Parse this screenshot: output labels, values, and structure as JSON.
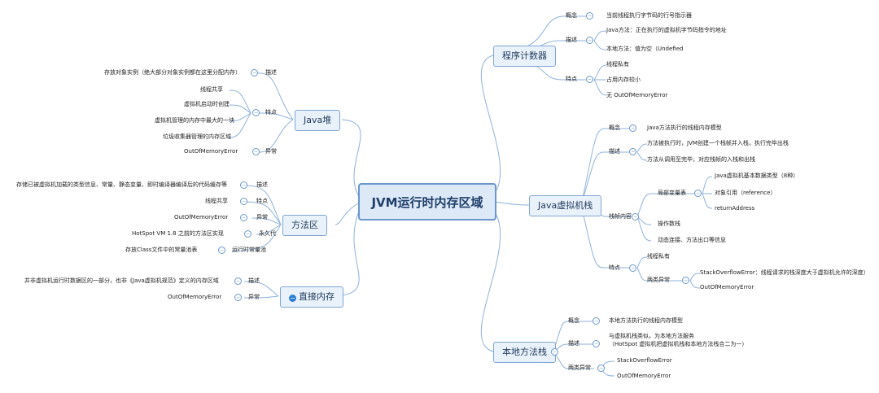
{
  "root": "JVM运行时内存区域",
  "branches": {
    "program_counter": {
      "title": "程序计数器",
      "concept_label": "概念",
      "concept": "当前线程执行字节码的行号指示器",
      "desc_label": "描述",
      "desc_java": "Java方法：正在执行的虚拟机字节码指令的地址",
      "desc_native": "本地方法：值为空（Undefied",
      "feature_label": "特点",
      "features": [
        "线程私有",
        "占用内存较小",
        "无 OutOfMemoryError"
      ]
    },
    "jvm_stack": {
      "title": "Java虚拟机栈",
      "concept_label": "概念",
      "concept": "Java方法执行的线程内存模型",
      "desc_label": "描述",
      "desc": [
        "方法被执行时，JVM创建一个栈帧并入栈，执行完毕出栈",
        "方法从调用至完毕，对应栈帧的入栈和出栈"
      ],
      "frame_label": "栈帧内容",
      "locals_label": "局部变量表",
      "locals": [
        "Java虚拟机基本数据类型（8种）",
        "对象引用（reference）",
        "returnAddress"
      ],
      "operand_stack": "操作数栈",
      "frame_other": "动态连接、方法出口等信息",
      "feature_label": "特点",
      "private": "线程私有",
      "exc_label": "两类异常",
      "exc": [
        "StackOverflowError：线程请求的栈深度大于虚拟机允许的深度）",
        "OutOfMemoryError"
      ]
    },
    "native_stack": {
      "title": "本地方法栈",
      "concept_label": "概念",
      "concept": "本地方法执行的线程内存模型",
      "desc_label": "描述",
      "desc": [
        "与虚拟机栈类似，为本地方法服务",
        "（HotSpot 虚拟机把虚拟机栈和本地方法栈合二为一）"
      ],
      "exc_label": "两类异常",
      "exc": [
        "StackOverflowError",
        "OutOfMemoryError"
      ]
    },
    "heap": {
      "title": "Java堆",
      "desc_label": "描述",
      "desc": "存放对象实例（绝大部分对象实例都在这里分配内存）",
      "feature_label": "特点",
      "features": [
        "线程共享",
        "虚拟机启动时创建",
        "虚拟机管理的内存中最大的一块",
        "垃圾收集器管理的内存区域"
      ],
      "exc_label": "异常",
      "exc": "OutOfMemoryError"
    },
    "method_area": {
      "title": "方法区",
      "desc_label": "描述",
      "desc": "存储已被虚拟机加载的类型信息、常量、静态变量、即时编译器编译后的代码缓存等",
      "feature_label": "特点",
      "feature": "线程共享",
      "exc_label": "异常",
      "exc": "OutOfMemoryError",
      "perm_label": "永久代",
      "perm": "HotSpot VM 1.8 之前的方法区实现",
      "pool_label": "运行时常量池",
      "pool": "存放Class文件中的常量池表"
    },
    "direct_memory": {
      "title": "直接内存",
      "desc_label": "描述",
      "desc": "并非虚拟机运行时数据区的一部分，也非《Java虚拟机规范》定义的内存区域",
      "exc_label": "异常",
      "exc": "OutOfMemoryError"
    }
  },
  "colors": {
    "line": "#8fb2d9",
    "node_fill": "#e9f1fb",
    "node_border": "#7fa6d0",
    "accent": "#2a7fd0"
  }
}
